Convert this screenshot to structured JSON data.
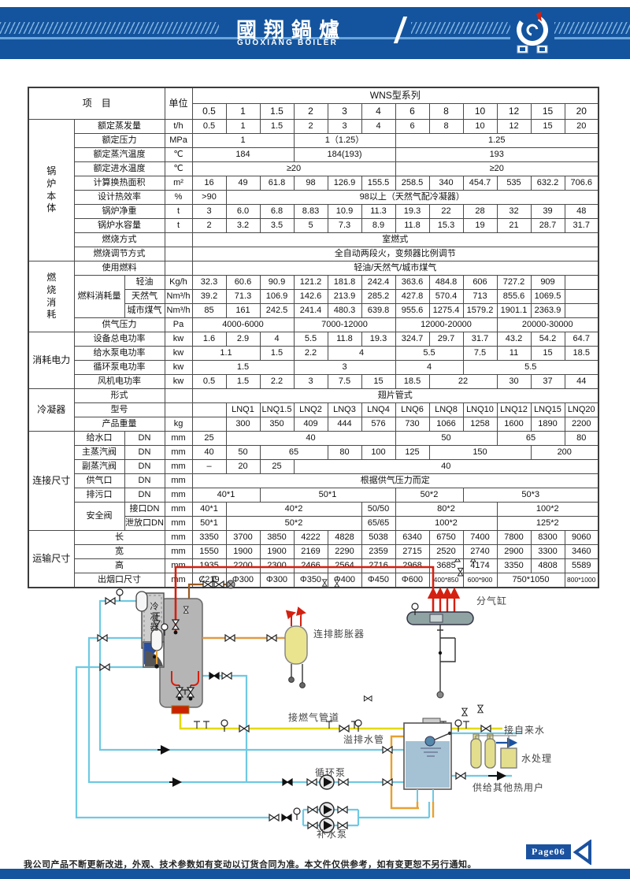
{
  "header": {
    "brand_cn": "國翔鍋爐",
    "brand_en": "GUOXIANG BOILER"
  },
  "table": {
    "rows": [
      [
        {
          "t": "项　目",
          "c": 3,
          "r": 2,
          "cls": "hd"
        },
        {
          "t": "单位",
          "r": 2,
          "cls": "hd"
        },
        {
          "t": "WNS型系列",
          "c": 12,
          "cls": "hd"
        }
      ],
      [
        {
          "t": "0.5",
          "cls": "hd"
        },
        {
          "t": "1",
          "cls": "hd"
        },
        {
          "t": "1.5",
          "cls": "hd"
        },
        {
          "t": "2",
          "cls": "hd"
        },
        {
          "t": "3",
          "cls": "hd"
        },
        {
          "t": "4",
          "cls": "hd"
        },
        {
          "t": "6",
          "cls": "hd"
        },
        {
          "t": "8",
          "cls": "hd"
        },
        {
          "t": "10",
          "cls": "hd"
        },
        {
          "t": "12",
          "cls": "hd"
        },
        {
          "t": "15",
          "cls": "hd"
        },
        {
          "t": "20",
          "cls": "hd"
        }
      ],
      [
        {
          "t": "锅炉本体",
          "r": 10,
          "cls": "vgrp"
        },
        {
          "t": "额定蒸发量",
          "c": 2
        },
        {
          "t": "t/h"
        },
        {
          "t": "0.5"
        },
        {
          "t": "1"
        },
        {
          "t": "1.5"
        },
        {
          "t": "2"
        },
        {
          "t": "3"
        },
        {
          "t": "4"
        },
        {
          "t": "6"
        },
        {
          "t": "8"
        },
        {
          "t": "10"
        },
        {
          "t": "12"
        },
        {
          "t": "15"
        },
        {
          "t": "20"
        }
      ],
      [
        {
          "t": "额定压力",
          "c": 2
        },
        {
          "t": "MPa"
        },
        {
          "t": "1",
          "c": 3
        },
        {
          "t": "1（1.25）",
          "c": 3
        },
        {
          "t": "1.25",
          "c": 6
        }
      ],
      [
        {
          "t": "额定蒸汽温度",
          "c": 2
        },
        {
          "t": "℃"
        },
        {
          "t": "184",
          "c": 3
        },
        {
          "t": "184(193)",
          "c": 3
        },
        {
          "t": "193",
          "c": 6
        }
      ],
      [
        {
          "t": "额定进水温度",
          "c": 2
        },
        {
          "t": "℃"
        },
        {
          "t": "≥20",
          "c": 6
        },
        {
          "t": "≥20",
          "c": 6
        }
      ],
      [
        {
          "t": "计算换热面积",
          "c": 2
        },
        {
          "t": "m²"
        },
        {
          "t": "16"
        },
        {
          "t": "49"
        },
        {
          "t": "61.8"
        },
        {
          "t": "98"
        },
        {
          "t": "126.9"
        },
        {
          "t": "155.5"
        },
        {
          "t": "258.5"
        },
        {
          "t": "340"
        },
        {
          "t": "454.7"
        },
        {
          "t": "535"
        },
        {
          "t": "632.2"
        },
        {
          "t": "706.6"
        }
      ],
      [
        {
          "t": "设计热效率",
          "c": 2
        },
        {
          "t": "%"
        },
        {
          "t": ">90"
        },
        {
          "t": "98以上（天然气配冷凝器）",
          "c": 11
        }
      ],
      [
        {
          "t": "锅炉净重",
          "c": 2
        },
        {
          "t": "t"
        },
        {
          "t": "3"
        },
        {
          "t": "6.0"
        },
        {
          "t": "6.8"
        },
        {
          "t": "8.83"
        },
        {
          "t": "10.9"
        },
        {
          "t": "11.3"
        },
        {
          "t": "19.3"
        },
        {
          "t": "22"
        },
        {
          "t": "28"
        },
        {
          "t": "32"
        },
        {
          "t": "39"
        },
        {
          "t": "48"
        }
      ],
      [
        {
          "t": "锅炉水容量",
          "c": 2
        },
        {
          "t": "t"
        },
        {
          "t": "2"
        },
        {
          "t": "3.2"
        },
        {
          "t": "3.5"
        },
        {
          "t": "5"
        },
        {
          "t": "7.3"
        },
        {
          "t": "8.9"
        },
        {
          "t": "11.8"
        },
        {
          "t": "15.3"
        },
        {
          "t": "19"
        },
        {
          "t": "21"
        },
        {
          "t": "28.7"
        },
        {
          "t": "31.7"
        }
      ],
      [
        {
          "t": "燃烧方式",
          "c": 2
        },
        {
          "t": ""
        },
        {
          "t": "室燃式",
          "c": 12
        }
      ],
      [
        {
          "t": "燃烧调节方式",
          "c": 2
        },
        {
          "t": ""
        },
        {
          "t": "全自动两段火，变频器比例调节",
          "c": 12
        }
      ],
      [
        {
          "t": "燃烧消耗",
          "r": 5,
          "cls": "vgrp"
        },
        {
          "t": "使用燃料",
          "c": 2
        },
        {
          "t": ""
        },
        {
          "t": "轻油/天然气/城市煤气",
          "c": 12
        }
      ],
      [
        {
          "t": "燃料消耗量",
          "r": 3
        },
        {
          "t": "轻油"
        },
        {
          "t": "Kg/h"
        },
        {
          "t": "32.3"
        },
        {
          "t": "60.6"
        },
        {
          "t": "90.9"
        },
        {
          "t": "121.2"
        },
        {
          "t": "181.8"
        },
        {
          "t": "242.4"
        },
        {
          "t": "363.6"
        },
        {
          "t": "484.8"
        },
        {
          "t": "606"
        },
        {
          "t": "727.2"
        },
        {
          "t": "909"
        },
        {
          "t": ""
        }
      ],
      [
        {
          "t": "天然气"
        },
        {
          "t": "Nm³/h"
        },
        {
          "t": "39.2"
        },
        {
          "t": "71.3"
        },
        {
          "t": "106.9"
        },
        {
          "t": "142.6"
        },
        {
          "t": "213.9"
        },
        {
          "t": "285.2"
        },
        {
          "t": "427.8"
        },
        {
          "t": "570.4"
        },
        {
          "t": "713"
        },
        {
          "t": "855.6"
        },
        {
          "t": "1069.5"
        },
        {
          "t": ""
        }
      ],
      [
        {
          "t": "城市煤气"
        },
        {
          "t": "Nm³/h"
        },
        {
          "t": "85"
        },
        {
          "t": "161"
        },
        {
          "t": "242.5"
        },
        {
          "t": "241.4"
        },
        {
          "t": "480.3"
        },
        {
          "t": "639.8"
        },
        {
          "t": "955.6"
        },
        {
          "t": "1275.4"
        },
        {
          "t": "1579.2"
        },
        {
          "t": "1901.1"
        },
        {
          "t": "2363.9"
        },
        {
          "t": ""
        }
      ],
      [
        {
          "t": "供气压力",
          "c": 2
        },
        {
          "t": "Pa"
        },
        {
          "t": "4000-6000",
          "c": 3
        },
        {
          "t": "7000-12000",
          "c": 3
        },
        {
          "t": "12000-20000",
          "c": 3
        },
        {
          "t": "20000-30000",
          "c": 3
        }
      ],
      [
        {
          "t": "消耗电力",
          "r": 4,
          "cls": "grp"
        },
        {
          "t": "设备总电功率",
          "c": 2
        },
        {
          "t": "kw"
        },
        {
          "t": "1.6"
        },
        {
          "t": "2.9"
        },
        {
          "t": "4"
        },
        {
          "t": "5.5"
        },
        {
          "t": "11.8"
        },
        {
          "t": "19.3"
        },
        {
          "t": "324.7"
        },
        {
          "t": "29.7"
        },
        {
          "t": "31.7"
        },
        {
          "t": "43.2"
        },
        {
          "t": "54.2"
        },
        {
          "t": "64.7"
        }
      ],
      [
        {
          "t": "给水泵电功率",
          "c": 2
        },
        {
          "t": "kw"
        },
        {
          "t": "1.1",
          "c": 2
        },
        {
          "t": "1.5"
        },
        {
          "t": "2.2"
        },
        {
          "t": "4",
          "c": 2
        },
        {
          "t": "5.5",
          "c": 2
        },
        {
          "t": "7.5"
        },
        {
          "t": "11"
        },
        {
          "t": "15"
        },
        {
          "t": "18.5"
        }
      ],
      [
        {
          "t": "循环泵电功率",
          "c": 2
        },
        {
          "t": "kw"
        },
        {
          "t": "1.5",
          "c": 3
        },
        {
          "t": "3",
          "c": 3
        },
        {
          "t": "4",
          "c": 2
        },
        {
          "t": "5.5",
          "c": 4
        }
      ],
      [
        {
          "t": "风机电功率",
          "c": 2
        },
        {
          "t": "kw"
        },
        {
          "t": "0.5"
        },
        {
          "t": "1.5"
        },
        {
          "t": "2.2"
        },
        {
          "t": "3"
        },
        {
          "t": "7.5"
        },
        {
          "t": "15"
        },
        {
          "t": "18.5"
        },
        {
          "t": "22",
          "c": 2
        },
        {
          "t": "30"
        },
        {
          "t": "37"
        },
        {
          "t": "44"
        }
      ],
      [
        {
          "t": "冷凝器",
          "r": 3,
          "cls": "grp"
        },
        {
          "t": "形式",
          "c": 2
        },
        {
          "t": ""
        },
        {
          "t": "翅片管式",
          "c": 12
        }
      ],
      [
        {
          "t": "型号",
          "c": 2
        },
        {
          "t": ""
        },
        {
          "t": ""
        },
        {
          "t": "LNQ1"
        },
        {
          "t": "LNQ1.5"
        },
        {
          "t": "LNQ2"
        },
        {
          "t": "LNQ3"
        },
        {
          "t": "LNQ4"
        },
        {
          "t": "LNQ6"
        },
        {
          "t": "LNQ8"
        },
        {
          "t": "LNQ10"
        },
        {
          "t": "LNQ12"
        },
        {
          "t": "LNQ15"
        },
        {
          "t": "LNQ20"
        }
      ],
      [
        {
          "t": "产品重量",
          "c": 2
        },
        {
          "t": "kg"
        },
        {
          "t": ""
        },
        {
          "t": "300"
        },
        {
          "t": "350"
        },
        {
          "t": "409"
        },
        {
          "t": "444"
        },
        {
          "t": "576"
        },
        {
          "t": "730"
        },
        {
          "t": "1066"
        },
        {
          "t": "1258"
        },
        {
          "t": "1600"
        },
        {
          "t": "1890"
        },
        {
          "t": "2200"
        }
      ],
      [
        {
          "t": "连接尺寸",
          "r": 7,
          "cls": "grp"
        },
        {
          "t": "给水口"
        },
        {
          "t": "DN"
        },
        {
          "t": "mm"
        },
        {
          "t": "25"
        },
        {
          "t": "40",
          "c": 5
        },
        {
          "t": "50",
          "c": 3
        },
        {
          "t": "65",
          "c": 2
        },
        {
          "t": "80"
        }
      ],
      [
        {
          "t": "主蒸汽阀"
        },
        {
          "t": "DN"
        },
        {
          "t": "mm"
        },
        {
          "t": "40"
        },
        {
          "t": "50"
        },
        {
          "t": "65",
          "c": 2
        },
        {
          "t": "80"
        },
        {
          "t": "100"
        },
        {
          "t": "125"
        },
        {
          "t": "150",
          "c": 3
        },
        {
          "t": "200",
          "c": 2
        }
      ],
      [
        {
          "t": "副蒸汽阀"
        },
        {
          "t": "DN"
        },
        {
          "t": "mm"
        },
        {
          "t": "–"
        },
        {
          "t": "20"
        },
        {
          "t": "25"
        },
        {
          "t": "40",
          "c": 9
        }
      ],
      [
        {
          "t": "供气口"
        },
        {
          "t": "DN"
        },
        {
          "t": "mm"
        },
        {
          "t": "根据供气压力而定",
          "c": 12
        }
      ],
      [
        {
          "t": "排污口"
        },
        {
          "t": "DN"
        },
        {
          "t": "mm"
        },
        {
          "t": "40*1",
          "c": 2
        },
        {
          "t": "50*1",
          "c": 4
        },
        {
          "t": "50*2",
          "c": 2
        },
        {
          "t": "50*3",
          "c": 4
        }
      ],
      [
        {
          "t": "安全阀",
          "r": 2
        },
        {
          "t": "接口DN"
        },
        {
          "t": "mm"
        },
        {
          "t": "40*1"
        },
        {
          "t": "40*2",
          "c": 4
        },
        {
          "t": "50/50"
        },
        {
          "t": "80*2",
          "c": 3
        },
        {
          "t": "100*2",
          "c": 3
        }
      ],
      [
        {
          "t": "泄放口DN"
        },
        {
          "t": "mm"
        },
        {
          "t": "50*1"
        },
        {
          "t": "50*2",
          "c": 4
        },
        {
          "t": "65/65"
        },
        {
          "t": "100*2",
          "c": 3
        },
        {
          "t": "125*2",
          "c": 3
        }
      ],
      [
        {
          "t": "运输尺寸",
          "r": 4,
          "cls": "grp"
        },
        {
          "t": "长",
          "c": 2
        },
        {
          "t": "mm"
        },
        {
          "t": "3350"
        },
        {
          "t": "3700"
        },
        {
          "t": "3850"
        },
        {
          "t": "4222"
        },
        {
          "t": "4828"
        },
        {
          "t": "5038"
        },
        {
          "t": "6340"
        },
        {
          "t": "6750"
        },
        {
          "t": "7400"
        },
        {
          "t": "7800"
        },
        {
          "t": "8300"
        },
        {
          "t": "9060"
        }
      ],
      [
        {
          "t": "宽",
          "c": 2
        },
        {
          "t": "mm"
        },
        {
          "t": "1550"
        },
        {
          "t": "1900"
        },
        {
          "t": "1900"
        },
        {
          "t": "2169"
        },
        {
          "t": "2290"
        },
        {
          "t": "2359"
        },
        {
          "t": "2715"
        },
        {
          "t": "2520"
        },
        {
          "t": "2740"
        },
        {
          "t": "2900"
        },
        {
          "t": "3300"
        },
        {
          "t": "3460"
        }
      ],
      [
        {
          "t": "高",
          "c": 2
        },
        {
          "t": "mm"
        },
        {
          "t": "1935"
        },
        {
          "t": "2200"
        },
        {
          "t": "2300"
        },
        {
          "t": "2466"
        },
        {
          "t": "2564"
        },
        {
          "t": "2716"
        },
        {
          "t": "2968"
        },
        {
          "t": "3685"
        },
        {
          "t": "4174"
        },
        {
          "t": "3350"
        },
        {
          "t": "4808"
        },
        {
          "t": "5589"
        }
      ],
      [
        {
          "t": "出烟口尺寸",
          "c": 2
        },
        {
          "t": "mm"
        },
        {
          "t": "Ȼ219"
        },
        {
          "t": "Φ300"
        },
        {
          "t": "Φ300"
        },
        {
          "t": "Φ350"
        },
        {
          "t": "Φ400"
        },
        {
          "t": "Φ450"
        },
        {
          "t": "Φ600"
        },
        {
          "t": "400*850",
          "cls": "sm"
        },
        {
          "t": "600*900",
          "cls": "sm"
        },
        {
          "t": "750*1050",
          "c": 2
        },
        {
          "t": "800*1000",
          "cls": "sm"
        }
      ]
    ]
  },
  "diagram": {
    "labels": {
      "condenser": "冷凝器",
      "expander": "连排膨胀器",
      "steam_header": "分气缸",
      "gas_pipe": "接燃气管道",
      "overflow": "溢排水管",
      "circ_pump": "循环泵",
      "makeup_pump": "补水泵",
      "tap_water": "接自来水",
      "water_treatment": "水处理",
      "other_users": "供给其他热用户"
    }
  },
  "footer": {
    "disclaimer": "我公司产品不断更新改进，外观、技术参数如有变动以订货合同为准。本文件仅供参考，如有变更恕不另行通知。",
    "page": "Page06"
  }
}
